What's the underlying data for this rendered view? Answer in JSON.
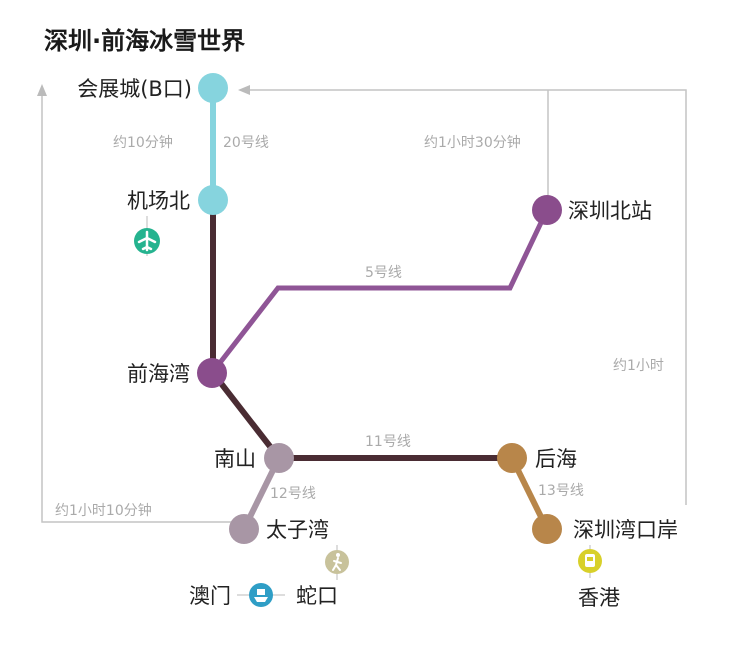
{
  "title": "深圳·前海冰雪世界",
  "stations": {
    "huizhancheng": "会展城(B口)",
    "jichangbei": "机场北",
    "qianhaiwan": "前海湾",
    "nanshan": "南山",
    "taiziwan": "太子湾",
    "houhai": "后海",
    "shenzhenwan": "深圳湾口岸",
    "shenzhenbei": "深圳北站"
  },
  "lines": {
    "l20": "20号线",
    "l5": "5号线",
    "l11": "11号线",
    "l12": "12号线",
    "l13": "13号线"
  },
  "times": {
    "airport": "约10分钟",
    "north": "约1小时30分钟",
    "hk": "约1小时",
    "shekou": "约1小时10分钟"
  },
  "destinations": {
    "macau": "澳门",
    "shekou": "蛇口",
    "hongkong": "香港"
  },
  "colors": {
    "l20": "#86d4de",
    "l11": "#4a2c33",
    "l5": "#8a4d8c",
    "l12": "#a896a5",
    "l13": "#b8864a"
  }
}
